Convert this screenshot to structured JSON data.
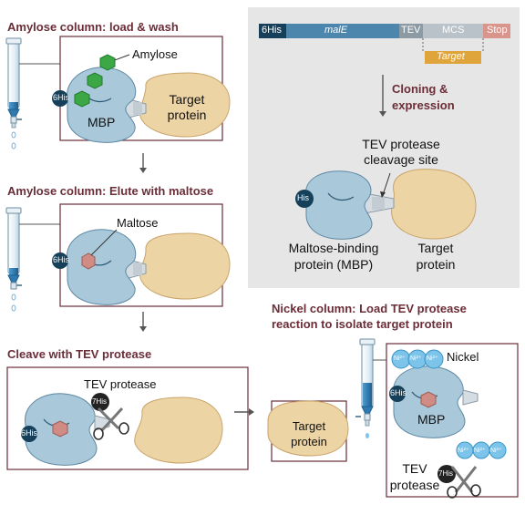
{
  "colors": {
    "heading": "#6b2d38",
    "mbp": "#a9c8da",
    "target": "#ecd4a4",
    "his": "#16405a",
    "amylose": "#3ba845",
    "panel": "#e6e6e6",
    "nickel": "#7cc4ea",
    "column": "#2f79ad"
  },
  "steps": {
    "load_wash": "Amylose column: load & wash",
    "elute": "Amylose column: Elute with maltose",
    "cleave": "Cleave with TEV protease",
    "nickel_line1": "Nickel column: Load TEV protease",
    "nickel_line2": "reaction to isolate target protein"
  },
  "labels": {
    "amylose": "Amylose",
    "mbp": "MBP",
    "target_line1": "Target",
    "target_line2": "protein",
    "maltose": "Maltose",
    "tev_protease": "TEV protease",
    "tev": "TEV",
    "protease": "protease",
    "nickel": "Nickel",
    "his6": "6His",
    "his7": "7His",
    "his": "His",
    "ni": "Ni²⁺"
  },
  "construct": {
    "segments": [
      "6His",
      "malE",
      "TEV",
      "MCS",
      "Stop"
    ],
    "insert": "Target"
  },
  "panel": {
    "cloning_line1": "Cloning &",
    "cloning_line2": "expression",
    "cleavage_line1": "TEV protease",
    "cleavage_line2": "cleavage site",
    "mbp_line1": "Maltose-binding",
    "mbp_line2": "protein (MBP)",
    "target_line1": "Target",
    "target_line2": "protein"
  }
}
